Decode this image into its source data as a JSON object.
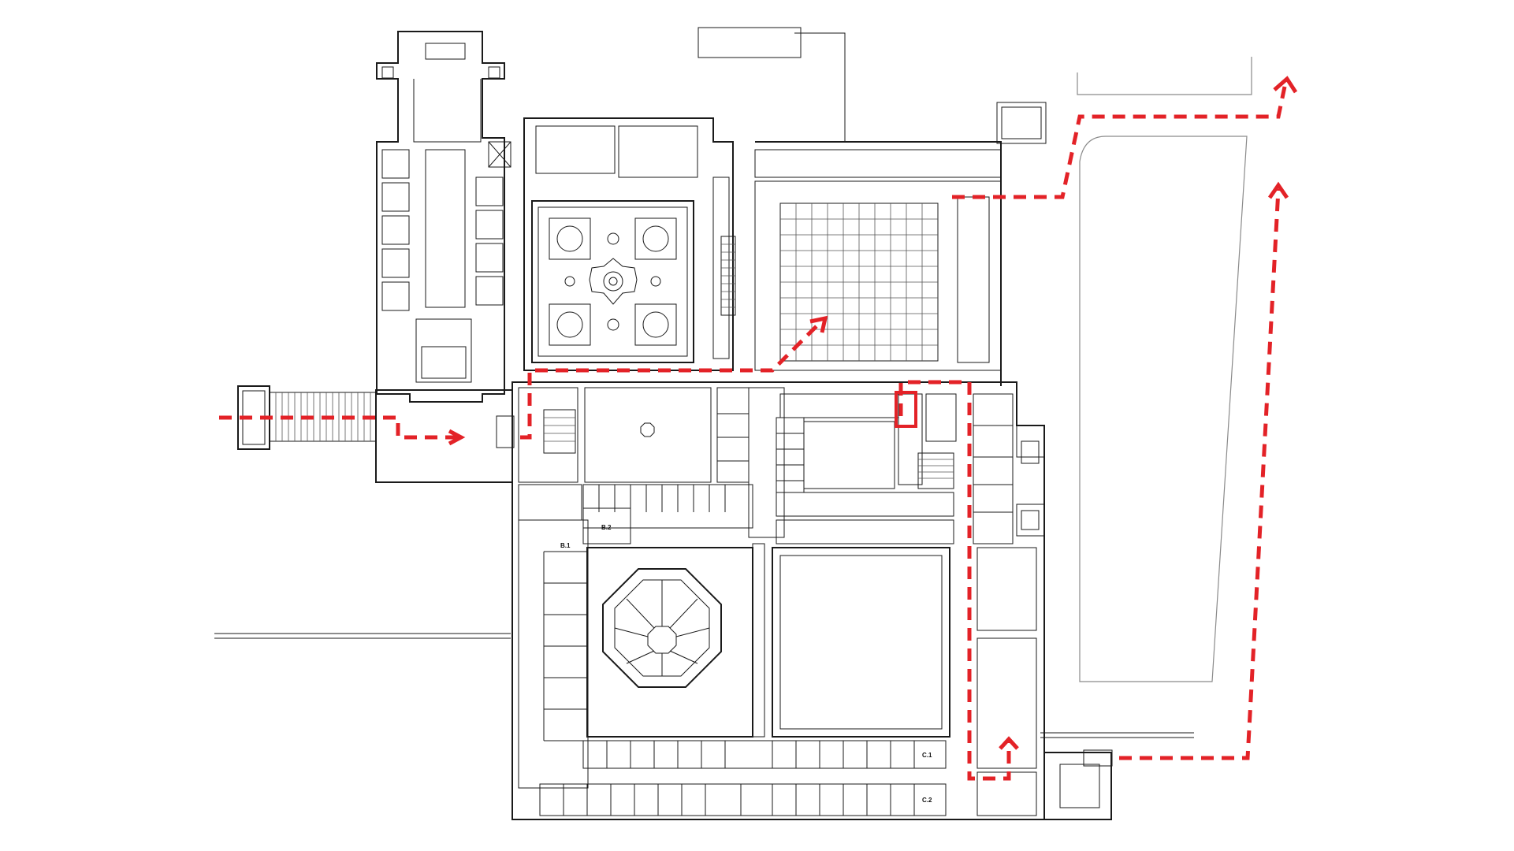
{
  "colors": {
    "route": "#e32227",
    "line": "#1a1a1a",
    "context": "#8a8a8a",
    "background": "#ffffff"
  },
  "room_labels": {
    "b1": "B.1",
    "b2": "B.2",
    "c1": "C.1",
    "c2": "C.2"
  }
}
